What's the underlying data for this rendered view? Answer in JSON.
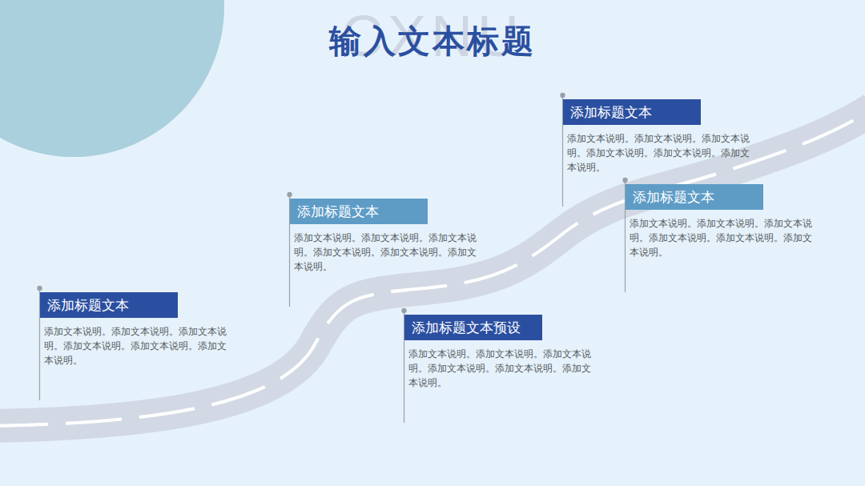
{
  "diagram": {
    "title": "输入文本标题",
    "nodes": [
      {
        "text": [
          "添加标题文本",
          "添加文本说明。添加文本说明。添加文本说明。添加文本说明。添加文本说明。添加文本说明。"
        ]
      },
      {
        "text": [
          "添加标题文本",
          "添加文本说明。添加文本说明。添加文本说明。添加文本说明。添加文本说明。添加文本说明。"
        ]
      },
      {
        "text": [
          "添加标题文本预设",
          "添加文本说明。添加文本说明。添加文本说明。添加文本说明。添加文本说明。添加文本说明。"
        ]
      },
      {
        "text": [
          "添加标题文本",
          "添加文本说明。添加文本说明。添加文本说明。添加文本说明。添加文本说明。添加文本说明。"
        ]
      },
      {
        "text": [
          "添加标题文本",
          "添加文本说明。添加文本说明。添加文本说明。添加文本说明。添加文本说明。添加文本说明。"
        ]
      }
    ],
    "labels": [
      "CXNU"
    ]
  }
}
